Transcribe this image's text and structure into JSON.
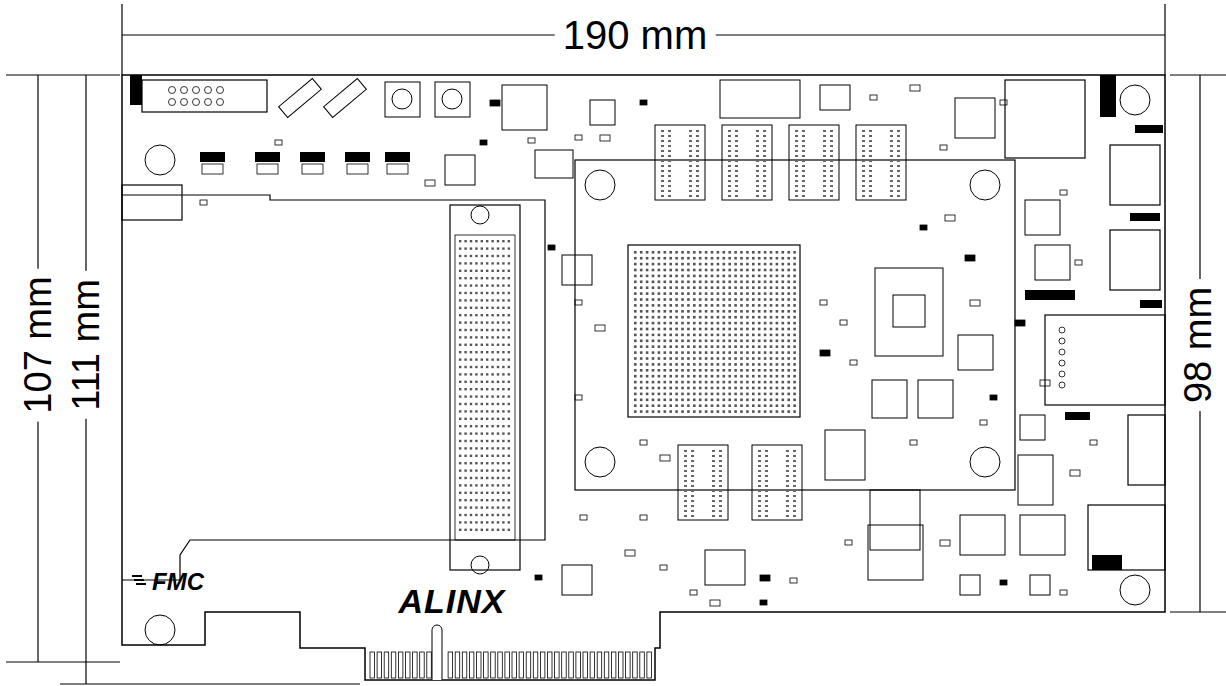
{
  "diagram": {
    "labels": [
      "190 mm",
      "107 mm",
      "111 mm",
      "98 mm",
      "FMC",
      "ALINX"
    ]
  }
}
